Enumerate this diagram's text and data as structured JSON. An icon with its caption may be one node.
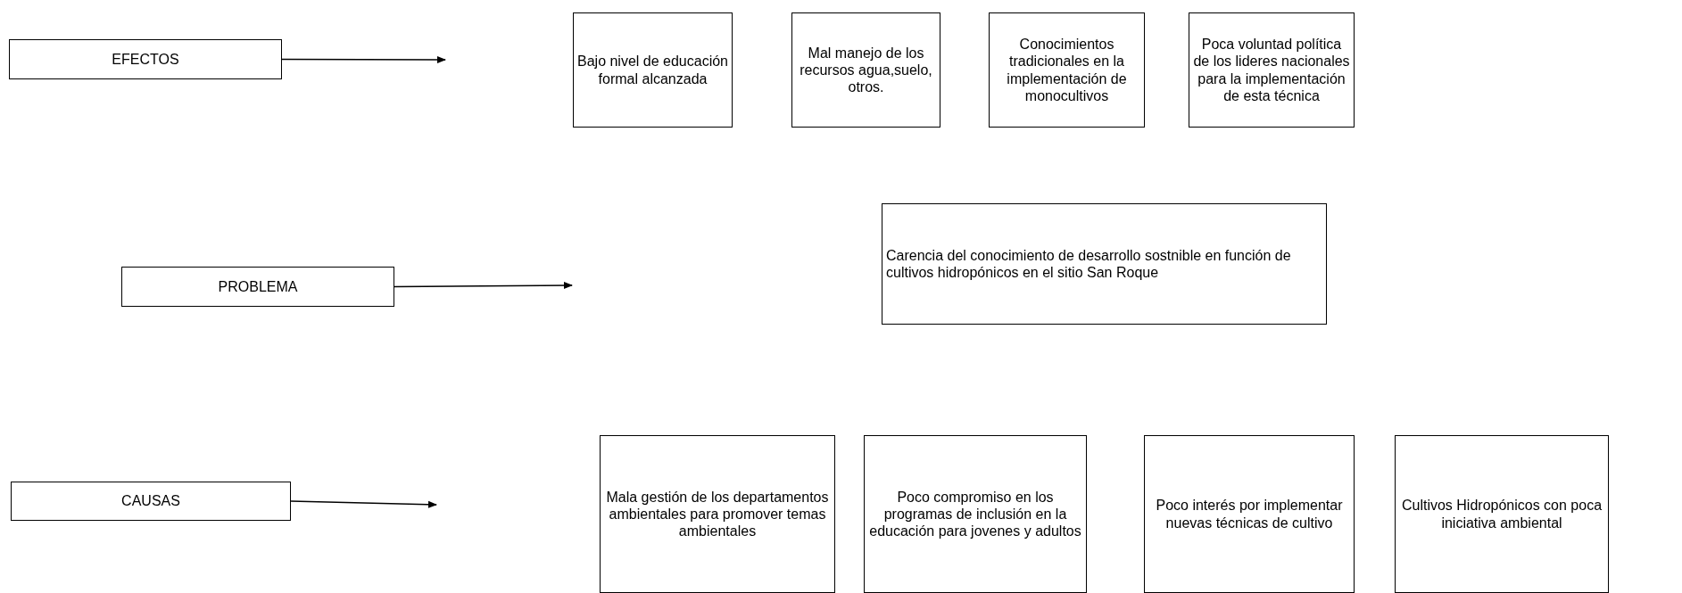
{
  "diagram": {
    "nodes": [
      {
        "text": [
          "EFECTOS"
        ]
      },
      {
        "text": [
          "Bajo nivel de educación formal alcanzada"
        ]
      },
      {
        "text": [
          "Mal manejo de los recursos agua,suelo, otros."
        ]
      },
      {
        "text": [
          "Conocimientos tradicionales en la implementación de monocultivos"
        ]
      },
      {
        "text": [
          "Poca voluntad política de los lideres nacionales para la implementación de esta técnica"
        ]
      },
      {
        "text": [
          "PROBLEMA"
        ]
      },
      {
        "text": [
          "Carencia del conocimiento de desarrollo sostnible en función de cultivos hidropónicos en el sitio San Roque"
        ]
      },
      {
        "text": [
          "CAUSAS"
        ]
      },
      {
        "text": [
          "Mala gestión de los departamentos ambientales para promover temas ambientales"
        ]
      },
      {
        "text": [
          "Poco compromiso en los programas de inclusión en la educación para jovenes y adultos"
        ]
      },
      {
        "text": [
          "Poco interés por implementar nuevas técnicas de cultivo"
        ]
      },
      {
        "text": [
          "Cultivos Hidropónicos con poca iniciativa ambiental"
        ]
      }
    ],
    "edges": [
      {
        "from": 0,
        "to": null,
        "arrow": "to"
      },
      {
        "from": 5,
        "to": null,
        "arrow": "to"
      },
      {
        "from": 7,
        "to": null,
        "arrow": "to"
      }
    ]
  }
}
